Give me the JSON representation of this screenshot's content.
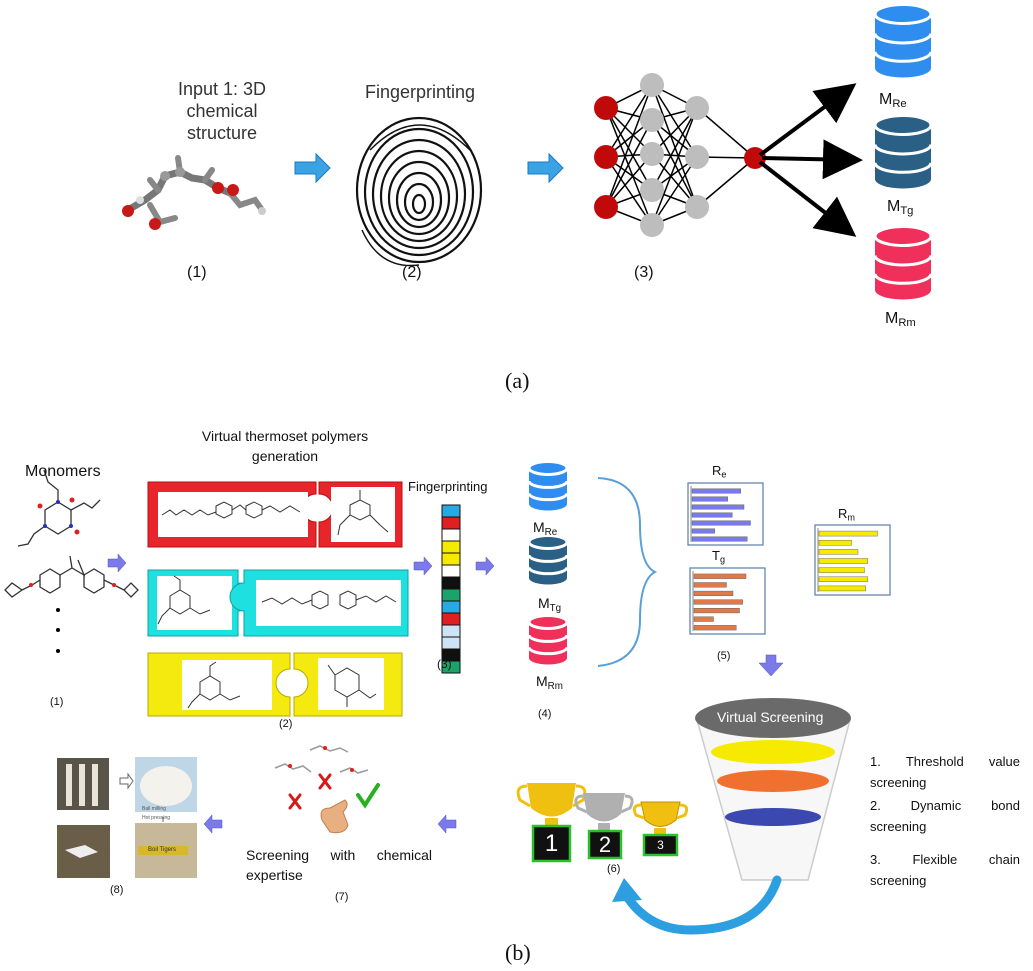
{
  "panel_a": {
    "input_label": "Input 1: 3D chemical structure",
    "input_label_line1": "Input 1: 3D",
    "input_label_line2": "chemical structure",
    "fingerprint_label": "Fingerprinting",
    "step1": "(1)",
    "step2": "(2)",
    "step3": "(3)",
    "models": [
      {
        "main": "M",
        "sub": "Re",
        "color": "#2f8df0"
      },
      {
        "main": "M",
        "sub": "Tg",
        "color": "#2a5f86"
      },
      {
        "main": "M",
        "sub": "Rm",
        "color": "#f0305a"
      }
    ],
    "caption": "(a)"
  },
  "panel_b": {
    "monomers_label": "Monomers",
    "dots": "·",
    "step1": "(1)",
    "generation_title_line1": "Virtual thermoset polymers",
    "generation_title_line2": "generation",
    "step2": "(2)",
    "fingerprint_label": "Fingerprinting",
    "step3": "(3)",
    "fingerprint_colors": [
      "#29a9e1",
      "#e02020",
      "#ffffff",
      "#f5ea00",
      "#f5ea00",
      "#ffffff",
      "#101010",
      "#1aa36b",
      "#29a9e1",
      "#e02020",
      "#cfe3f6",
      "#cfe3f6",
      "#101010",
      "#1aa36b"
    ],
    "models": [
      {
        "main": "M",
        "sub": "Re",
        "color": "#2f8df0"
      },
      {
        "main": "M",
        "sub": "Tg",
        "color": "#2a5f86"
      },
      {
        "main": "M",
        "sub": "Rm",
        "color": "#f0305a"
      }
    ],
    "step4": "(4)",
    "charts": [
      {
        "label_main": "R",
        "label_sub": "e",
        "color": "#7a7aee",
        "values": [
          0.75,
          0.55,
          0.8,
          0.62,
          0.9,
          0.35,
          0.85
        ]
      },
      {
        "label_main": "T",
        "label_sub": "g",
        "color": "#e07a4a",
        "values": [
          0.8,
          0.5,
          0.6,
          0.75,
          0.7,
          0.3,
          0.65
        ]
      },
      {
        "label_main": "R",
        "label_sub": "m",
        "color": "#f5ea00",
        "values": [
          0.9,
          0.5,
          0.6,
          0.75,
          0.7,
          0.75,
          0.72
        ]
      }
    ],
    "step5": "(5)",
    "funnel_title": "Virtual Screening",
    "funnel_layers": [
      "#f5ea00",
      "#f07030",
      "#3a48b0"
    ],
    "screening_steps": [
      {
        "line1": "1. Threshold value",
        "line2": "screening"
      },
      {
        "line1": "2. Dynamic bond",
        "line2": "screening"
      },
      {
        "line1": "3. Flexible chain",
        "line2": "screening"
      }
    ],
    "trophies": [
      "1",
      "2",
      "3"
    ],
    "step6": "(6)",
    "expertise_line1": "Screening with chemical",
    "expertise_line2": "expertise",
    "step7": "(7)",
    "ball_milling": "Ball milling",
    "hot_pressing": "Hot pressing",
    "specimen_label": "Boil Tigers",
    "step8": "(8)",
    "caption": "(b)"
  }
}
